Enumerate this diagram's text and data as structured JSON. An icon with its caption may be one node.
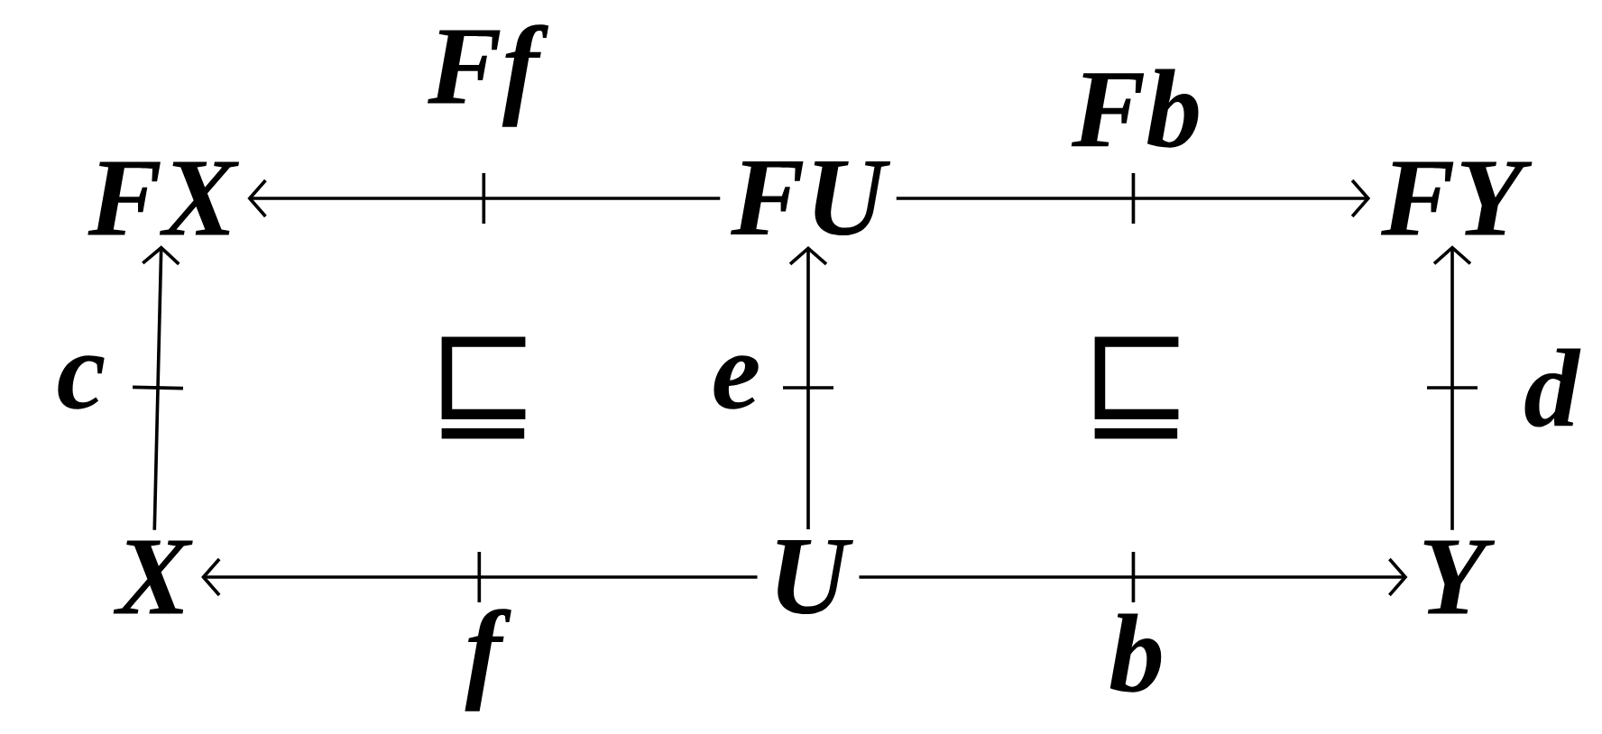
{
  "diagram": {
    "nodes": [
      {
        "text": [
          "FX"
        ]
      },
      {
        "text": [
          "FU"
        ]
      },
      {
        "text": [
          "FY"
        ]
      },
      {
        "text": [
          "X"
        ]
      },
      {
        "text": [
          "U"
        ]
      },
      {
        "text": [
          "Y"
        ]
      }
    ],
    "edges": [
      {
        "from": 1,
        "to": 0,
        "arrow": "to",
        "label": "Ff"
      },
      {
        "from": 1,
        "to": 2,
        "arrow": "to",
        "label": "Fb"
      },
      {
        "from": 3,
        "to": 0,
        "arrow": "to",
        "label": "c"
      },
      {
        "from": 4,
        "to": 1,
        "arrow": "to",
        "label": "e"
      },
      {
        "from": 5,
        "to": 2,
        "arrow": "to",
        "label": "d"
      },
      {
        "from": 4,
        "to": 3,
        "arrow": "to",
        "label": "f"
      },
      {
        "from": 4,
        "to": 5,
        "arrow": "to",
        "label": "b"
      }
    ],
    "labels": [
      "⊑",
      "⊑"
    ]
  }
}
